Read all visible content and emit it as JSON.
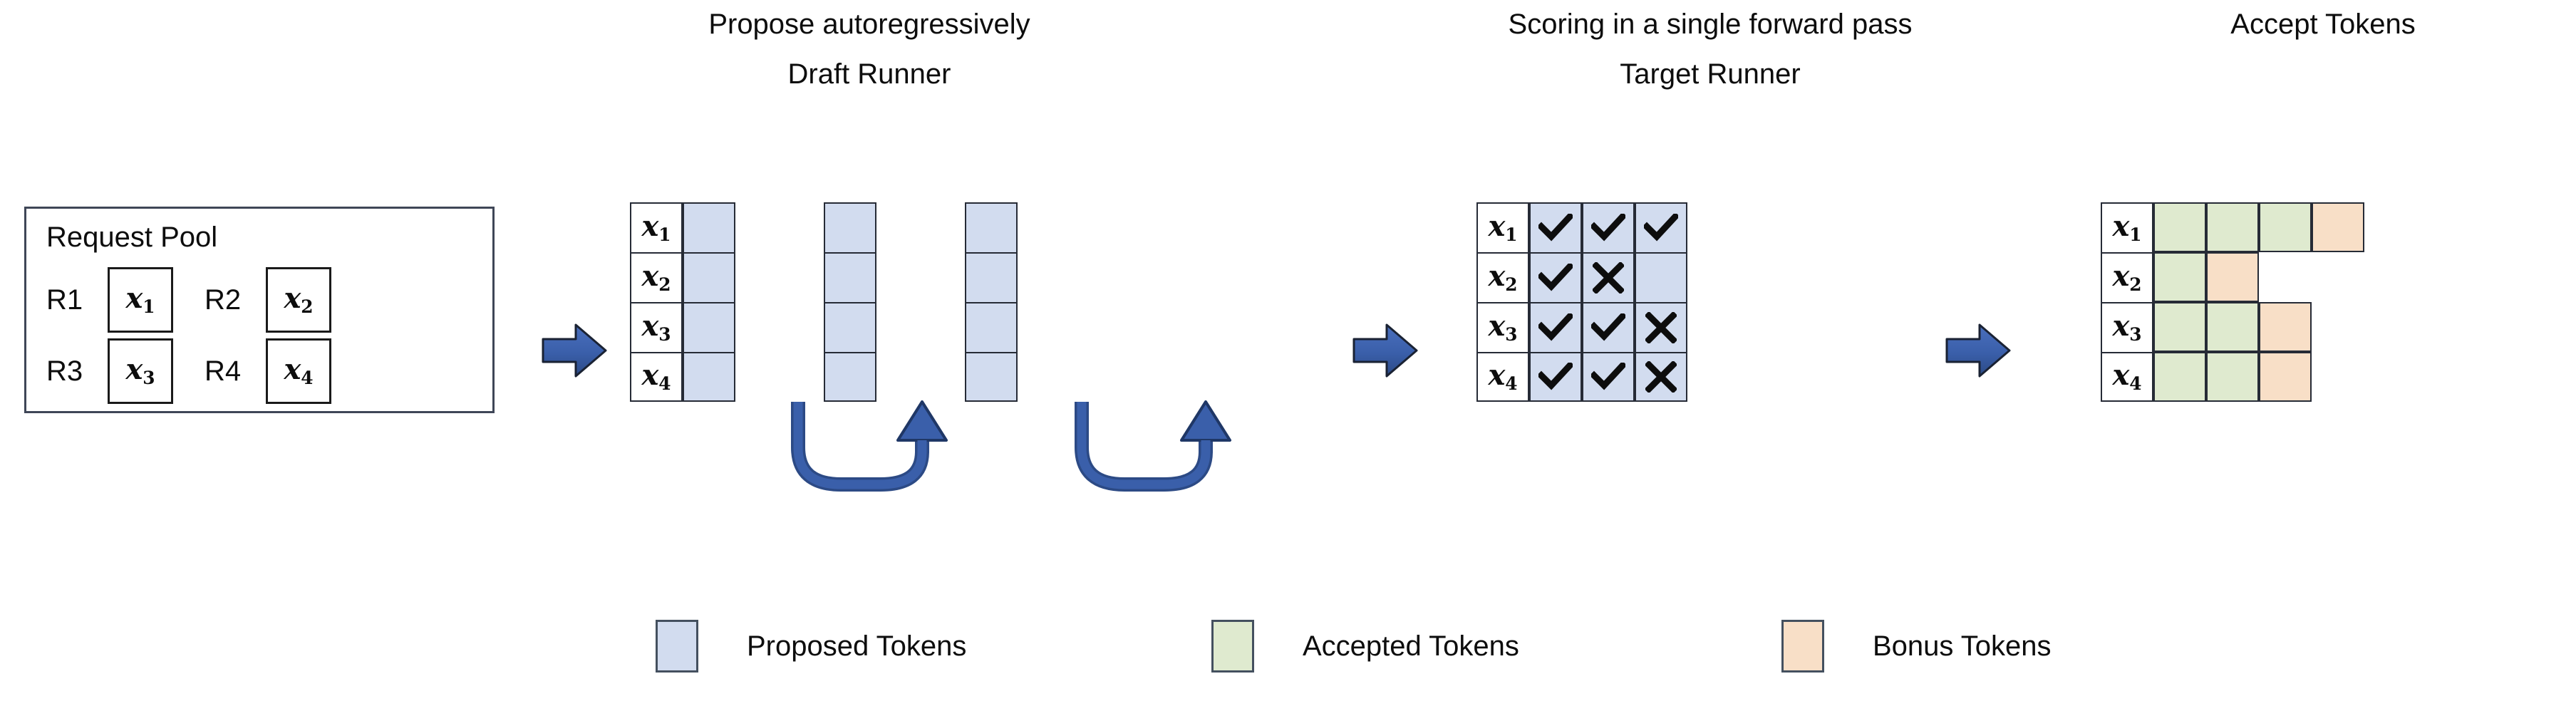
{
  "title": "Speculative decoding pipeline diagram",
  "stages": {
    "request_pool": {
      "title": "Request Pool",
      "requests": [
        {
          "label": "R1",
          "token": "x",
          "sub": "1"
        },
        {
          "label": "R2",
          "token": "x",
          "sub": "2"
        },
        {
          "label": "R3",
          "token": "x",
          "sub": "3"
        },
        {
          "label": "R4",
          "token": "x",
          "sub": "4"
        }
      ]
    },
    "draft": {
      "caption_top": "Propose autoregressively",
      "caption_sub": "Draft Runner",
      "row_labels": [
        {
          "token": "x",
          "sub": "1"
        },
        {
          "token": "x",
          "sub": "2"
        },
        {
          "token": "x",
          "sub": "3"
        },
        {
          "token": "x",
          "sub": "4"
        }
      ],
      "columns": [
        {
          "cells": [
            "proposed",
            "proposed",
            "proposed",
            "proposed"
          ]
        },
        {
          "cells": [
            "proposed",
            "proposed",
            "proposed",
            "proposed"
          ]
        },
        {
          "cells": [
            "proposed",
            "proposed",
            "proposed",
            "proposed"
          ]
        }
      ],
      "loop_arrow_count": 2
    },
    "target": {
      "caption_top": "Scoring in a single forward pass",
      "caption_sub": "Target Runner",
      "row_labels": [
        {
          "token": "x",
          "sub": "1"
        },
        {
          "token": "x",
          "sub": "2"
        },
        {
          "token": "x",
          "sub": "3"
        },
        {
          "token": "x",
          "sub": "4"
        }
      ],
      "matrix": [
        [
          "check",
          "check",
          "check"
        ],
        [
          "check",
          "cross",
          "none"
        ],
        [
          "check",
          "check",
          "cross"
        ],
        [
          "check",
          "check",
          "cross"
        ]
      ],
      "marks": {
        "check": "✔",
        "cross": "✘"
      }
    },
    "accept": {
      "caption_top": "Accept Tokens",
      "row_labels": [
        {
          "token": "x",
          "sub": "1"
        },
        {
          "token": "x",
          "sub": "2"
        },
        {
          "token": "x",
          "sub": "3"
        },
        {
          "token": "x",
          "sub": "4"
        }
      ],
      "rows": [
        [
          "accepted",
          "accepted",
          "accepted",
          "bonus"
        ],
        [
          "accepted",
          "bonus",
          "empty",
          "empty"
        ],
        [
          "accepted",
          "accepted",
          "bonus",
          "empty"
        ],
        [
          "accepted",
          "accepted",
          "bonus",
          "empty"
        ]
      ]
    }
  },
  "flow_arrows": [
    {
      "name": "arrow-pool-to-draft"
    },
    {
      "name": "arrow-draft-to-target"
    },
    {
      "name": "arrow-target-to-accept"
    }
  ],
  "legend": [
    {
      "label": "Proposed Tokens",
      "color": "#d2dcef"
    },
    {
      "label": "Accepted Tokens",
      "color": "#dfeacf"
    },
    {
      "label": "Bonus Tokens",
      "color": "#f8dfc7"
    }
  ],
  "colors": {
    "proposed": "#d2dcef",
    "accepted": "#dfeacf",
    "bonus": "#f8dfc7",
    "arrow_blue": "#3a5faa",
    "arrow_blue_dark": "#2c4a85",
    "outline": "#262b36",
    "text": "#0d0d0d"
  }
}
